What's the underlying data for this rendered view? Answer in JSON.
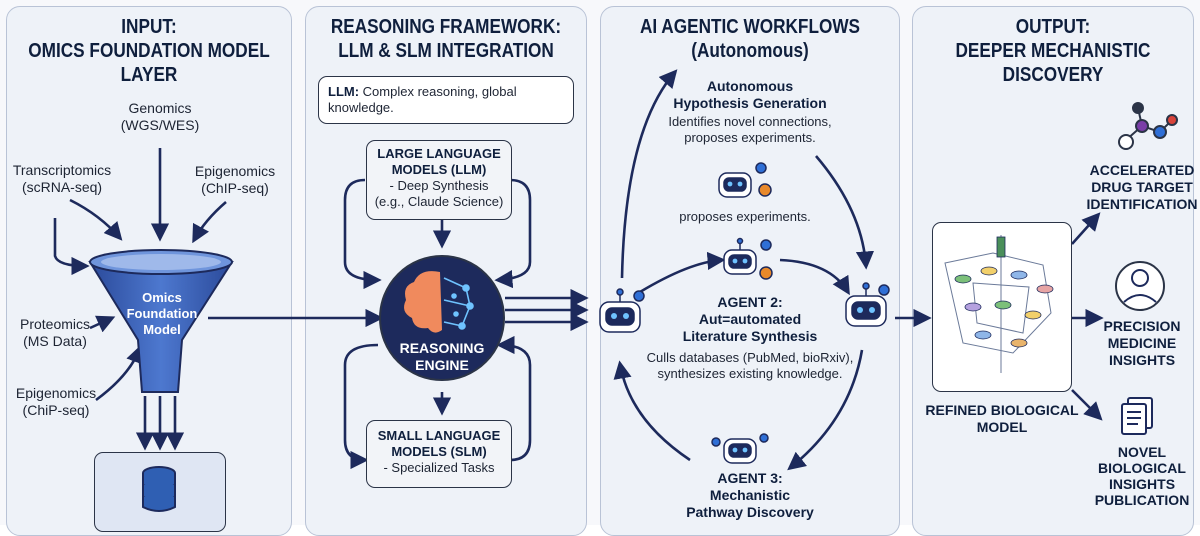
{
  "panels": {
    "input": {
      "title_line1": "INPUT:",
      "title_line2": "OMICS FOUNDATION MODEL LAYER",
      "sources": {
        "genomics": [
          "Genomics",
          "(WGS/WES)"
        ],
        "transcriptomics": [
          "Transcriptomics",
          "(scRNA-seq)"
        ],
        "epigenomics_top": [
          "Epigenomics",
          "(ChIP-seq)"
        ],
        "proteomics": [
          "Proteomics",
          "(MS Data)"
        ],
        "epigenomics_bottom": [
          "Epigenomics",
          "(ChiP-seq)"
        ]
      },
      "funnel_label": [
        "Omics",
        "Foundation",
        "Model"
      ]
    },
    "reasoning": {
      "title_line1": "REASONING FRAMEWORK:",
      "title_line2": "LLM & SLM INTEGRATION",
      "llm_note_label": "LLM:",
      "llm_note_text": "Complex reasoning, global knowledge.",
      "llm_box": [
        "LARGE LANGUAGE",
        "MODELS (LLM)",
        "- Deep Synthesis",
        "(e.g., Claude Science)"
      ],
      "engine": [
        "REASONING",
        "ENGINE"
      ],
      "slm_box": [
        "SMALL LANGUAGE",
        "MODELS (SLM)",
        "- Specialized Tasks"
      ]
    },
    "agentic": {
      "title_line1": "AI AGENTIC WORKFLOWS",
      "title_line2": "(Autonomous)",
      "agent1_title": [
        "Autonomous",
        "Hypothesis Generation"
      ],
      "agent1_desc": [
        "Identifies novel connections,",
        "proposes experiments."
      ],
      "agent1_sub": "proposes experiments.",
      "agent2_title": [
        "AGENT 2:",
        "Aut=automated",
        "Literature Synthesis"
      ],
      "agent2_desc": [
        "Culls databases (PubMed, bioRxiv),",
        "synthesizes existing knowledge."
      ],
      "agent3_title": [
        "AGENT 3:",
        "Mechanistic",
        "Pathway Discovery"
      ]
    },
    "output": {
      "title_line1": "OUTPUT:",
      "title_line2": "DEEPER MECHANISTIC DISCOVERY",
      "model_label": [
        "REFINED BIOLOGICAL",
        "MODEL"
      ],
      "outcomes": {
        "drug": [
          "ACCELERATED",
          "DRUG TARGET",
          "IDENTIFICATION"
        ],
        "precision": [
          "PRECISION",
          "MEDICINE",
          "INSIGHTS"
        ],
        "publication": [
          "NOVEL",
          "BIOLOGICAL",
          "INSIGHTS",
          "PUBLICATION"
        ]
      }
    }
  },
  "colors": {
    "navy": "#1d2a5c",
    "panel_bg": "#eef2f8",
    "funnel": "#3f63b8",
    "robot_blue": "#2f6fd6",
    "gear_orange": "#e8892b"
  }
}
